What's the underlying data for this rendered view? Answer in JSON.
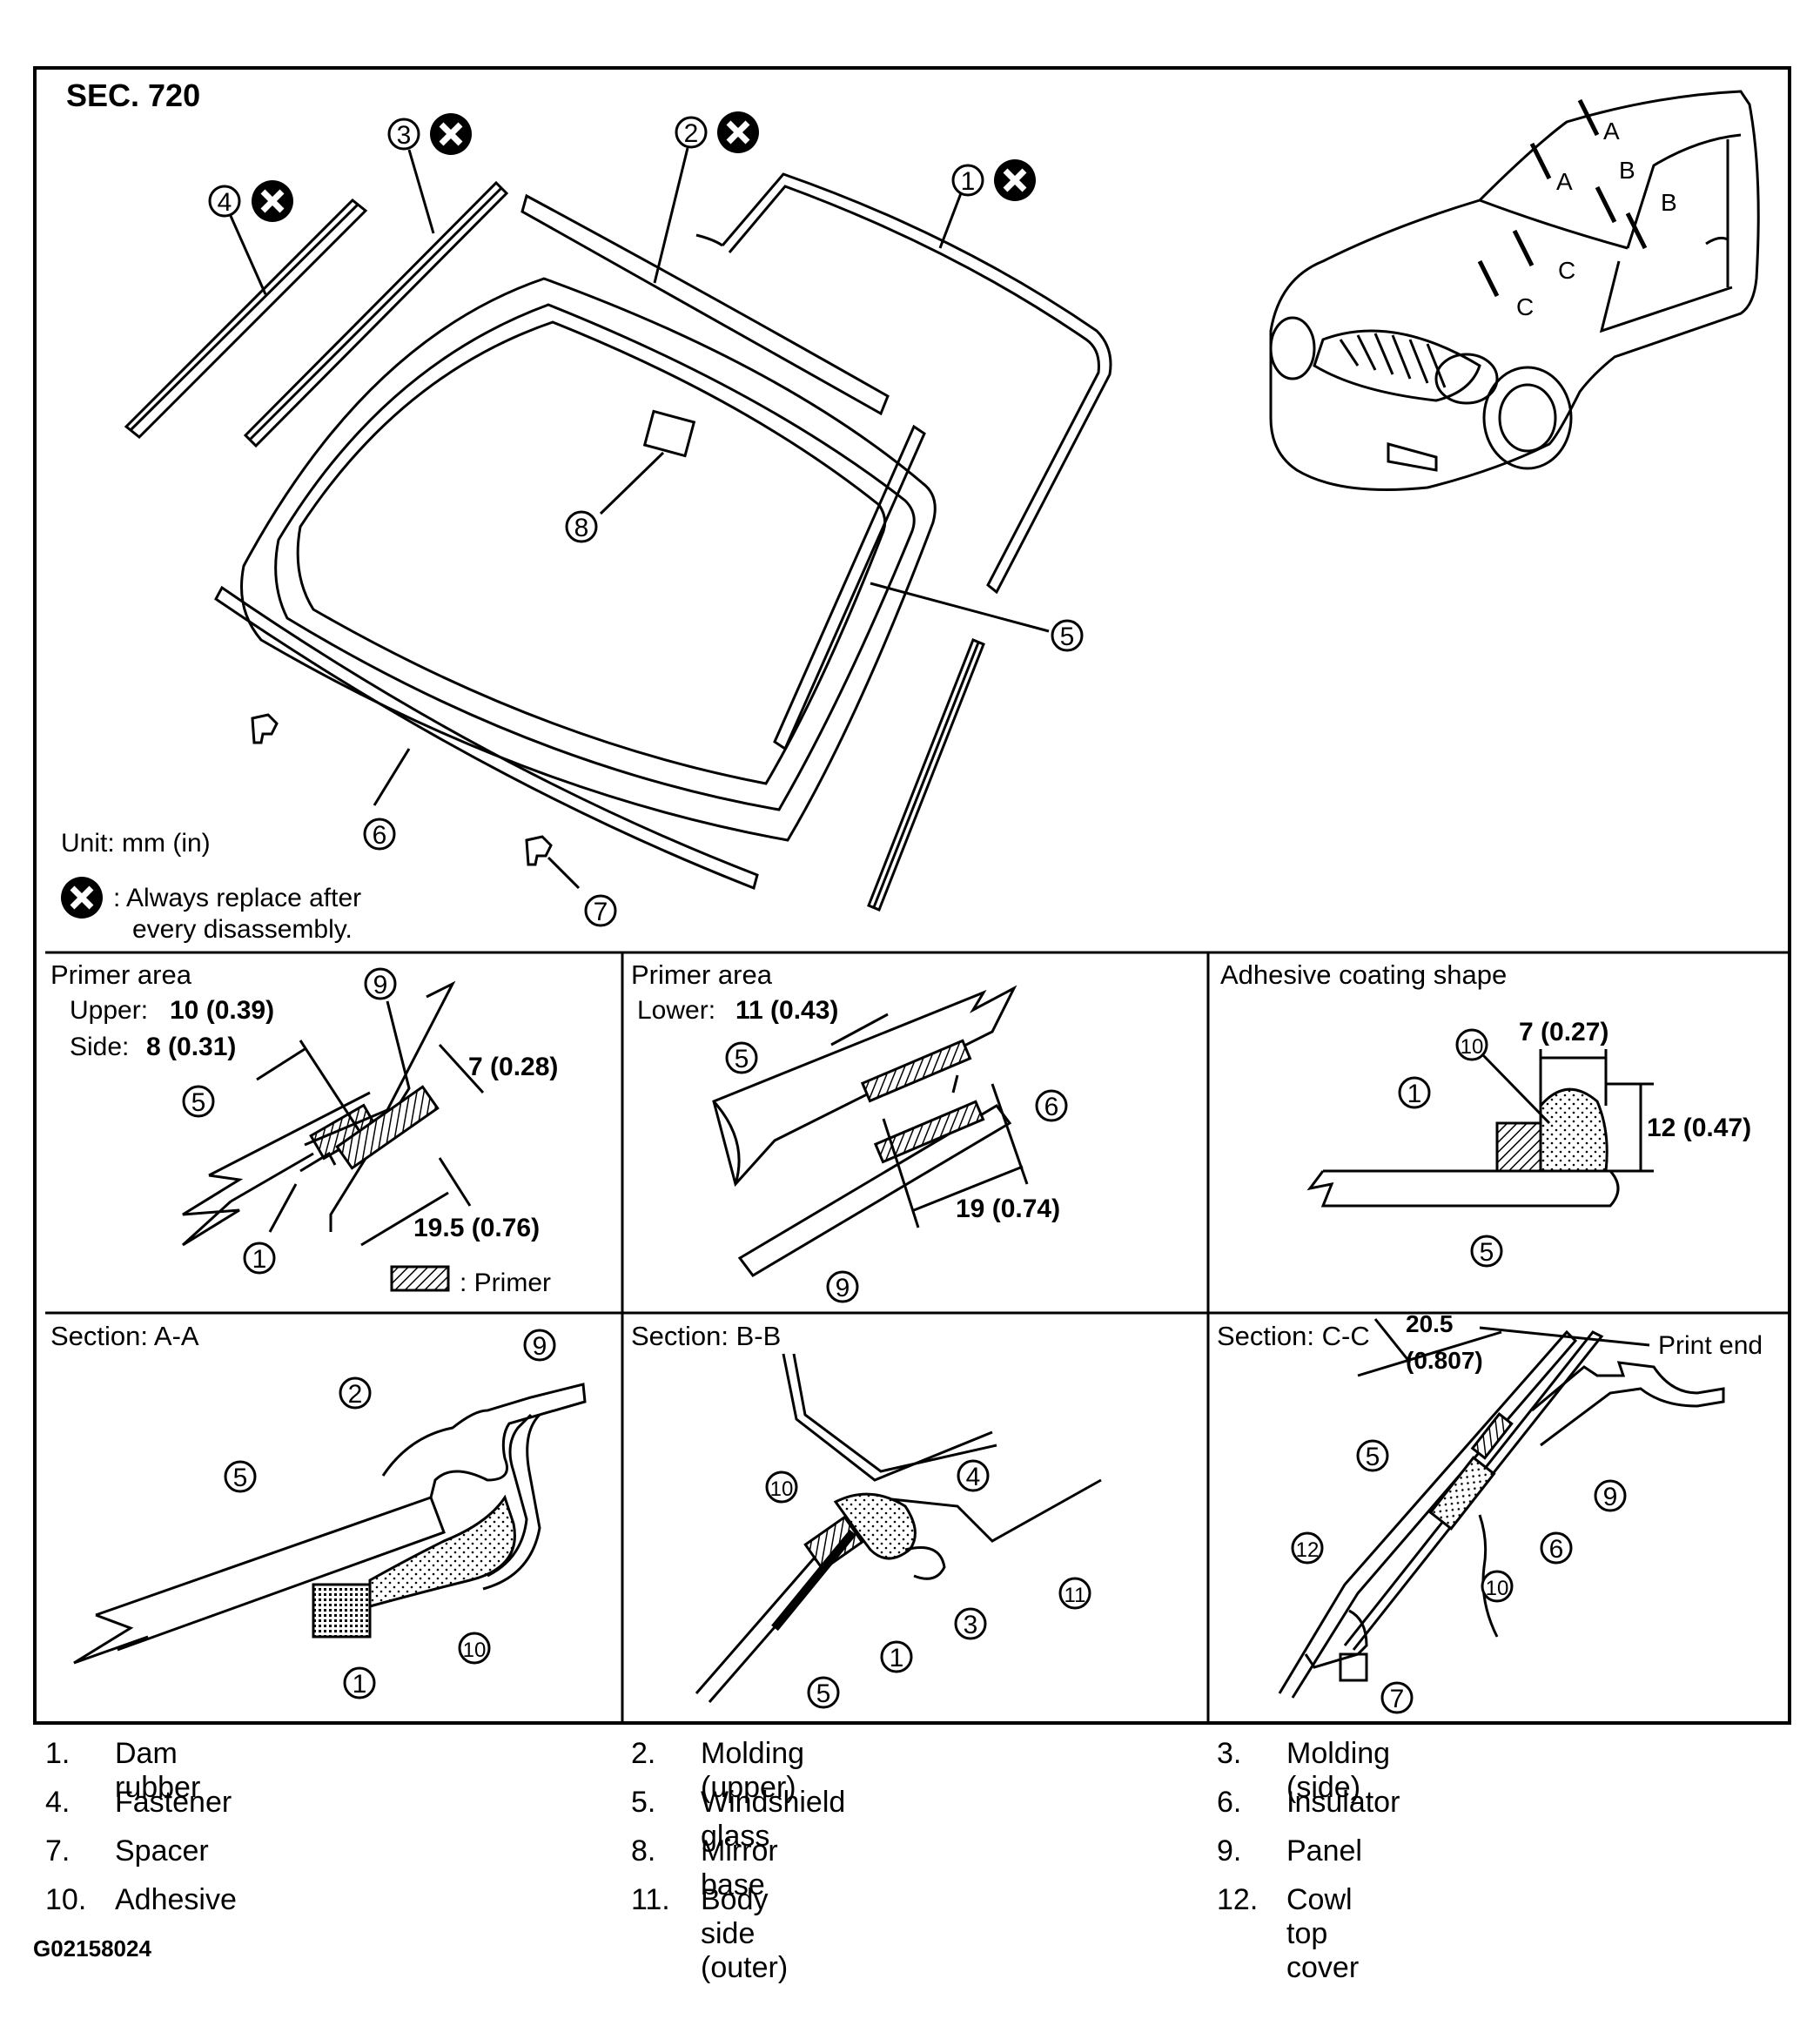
{
  "top": {
    "sec_label": "SEC. 720",
    "unit_note": "Unit: mm (in)",
    "replace_note_line1": ": Always replace after",
    "replace_note_line2": "every disassembly.",
    "callouts": [
      "1",
      "2",
      "3",
      "4",
      "5",
      "6",
      "7",
      "8"
    ],
    "car_markers": [
      "A",
      "A",
      "B",
      "B",
      "C",
      "C"
    ]
  },
  "panels": {
    "primer_upper_side": {
      "title": "Primer area",
      "upper_label": "Upper:",
      "upper_value": "10 (0.39)",
      "side_label": "Side:",
      "side_value": "8 (0.31)",
      "dim1": "7 (0.28)",
      "dim2": "19.5 (0.76)",
      "primer_legend": ": Primer",
      "callouts": [
        "9",
        "5",
        "1"
      ]
    },
    "primer_lower": {
      "title": "Primer area",
      "lower_label": "Lower:",
      "lower_value": "11 (0.43)",
      "dim": "19 (0.74)",
      "callouts": [
        "5",
        "6",
        "9"
      ]
    },
    "adhesive": {
      "title": "Adhesive coating shape",
      "width": "7 (0.27)",
      "height": "12 (0.47)",
      "callouts": [
        "10",
        "1",
        "5"
      ]
    },
    "section_aa": {
      "title": "Section: A-A",
      "callouts": [
        "9",
        "2",
        "5",
        "10",
        "1"
      ]
    },
    "section_bb": {
      "title": "Section: B-B",
      "callouts": [
        "10",
        "4",
        "3",
        "11",
        "1",
        "5"
      ]
    },
    "section_cc": {
      "title": "Section: C-C",
      "dim_line1": "20.5",
      "dim_line2": "(0.807)",
      "print_end": "Print end",
      "callouts": [
        "5",
        "9",
        "6",
        "12",
        "10",
        "7"
      ]
    }
  },
  "legend": [
    {
      "num": "1.",
      "label": "Dam rubber"
    },
    {
      "num": "2.",
      "label": "Molding (upper)"
    },
    {
      "num": "3.",
      "label": "Molding (side)"
    },
    {
      "num": "4.",
      "label": "Fastener"
    },
    {
      "num": "5.",
      "label": "Windshield glass"
    },
    {
      "num": "6.",
      "label": "Insulator"
    },
    {
      "num": "7.",
      "label": "Spacer"
    },
    {
      "num": "8.",
      "label": "Mirror base"
    },
    {
      "num": "9.",
      "label": "Panel"
    },
    {
      "num": "10.",
      "label": "Adhesive"
    },
    {
      "num": "11.",
      "label": "Body side (outer)"
    },
    {
      "num": "12.",
      "label": "Cowl top cover"
    }
  ],
  "figure_code": "G02158024"
}
